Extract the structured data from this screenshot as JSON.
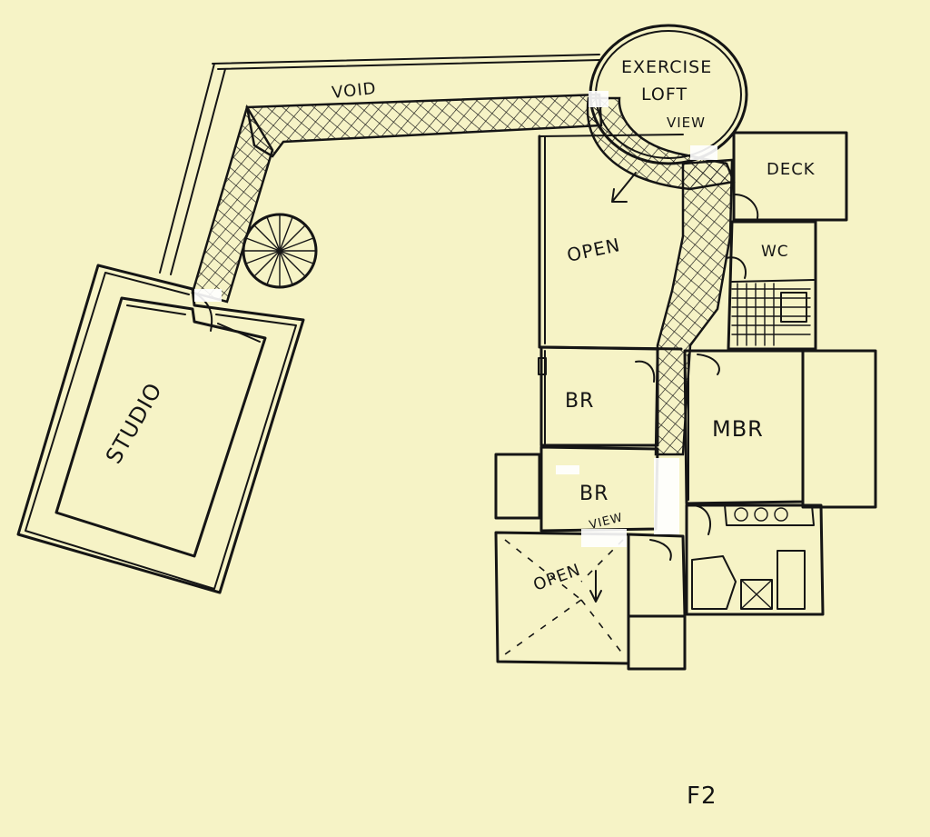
{
  "labels": {
    "void": "VOID",
    "exercise_line1": "EXERCISE",
    "exercise_line2": "LOFT",
    "exercise_line3": "VIEW",
    "deck": "DECK",
    "open_upper": "OPEN",
    "wc": "WC",
    "br_1": "BR",
    "mbr": "MBR",
    "studio": "STUDIO",
    "br_2": "BR",
    "view_small": "VIEW",
    "open_lower": "OPEN",
    "sheet_id": "F2"
  },
  "colors": {
    "paper": "#f6f3c6",
    "ink": "#151515"
  }
}
